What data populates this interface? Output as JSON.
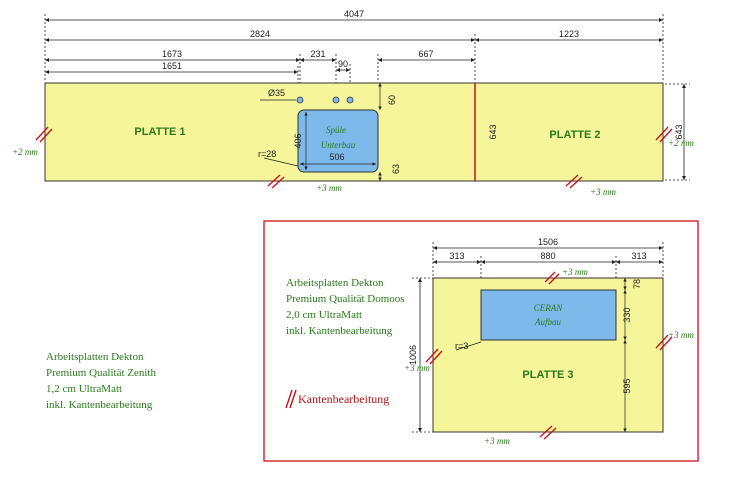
{
  "colors": {
    "slab": "#f6f59a",
    "cutout": "#7eb9ec",
    "frame": "#c8101a",
    "text_green": "#2a7a1a",
    "edge_mark": "#c8101a"
  },
  "dims": {
    "total": "4047",
    "left_run": "2824",
    "right_run": "1223",
    "d1673": "1673",
    "d1651": "1651",
    "d231": "231",
    "d90": "90",
    "d667": "667",
    "hole": "Ø35",
    "d60": "60",
    "d406": "406",
    "d506": "506",
    "radius1": "r=28",
    "d63": "63",
    "h643a": "643",
    "h643b": "643",
    "p3_width": "1506",
    "p3_313a": "313",
    "p3_880": "880",
    "p3_313b": "313",
    "p3_78": "78",
    "p3_330": "330",
    "p3_radius": "r=3",
    "p3_595": "595",
    "p3_height": "1006"
  },
  "slabs": {
    "p1": "PLATTE 1",
    "p2": "PLATTE 2",
    "p3": "PLATTE 3"
  },
  "cutouts": {
    "sink_l1": "Spüle",
    "sink_l2": "Unterbau",
    "ceran_l1": "CERAN",
    "ceran_l2": "Aufbau"
  },
  "tolerances": {
    "t_left": "+2 mm",
    "t_right": "+2 mm",
    "t_bottom1": "+3 mm",
    "t_bottom2": "+3 mm",
    "p3_top": "+3 mm",
    "p3_left": "+3 mm",
    "p3_right": "+3 mm",
    "p3_bottom": "+3 mm"
  },
  "spec_inner": [
    "Arbeitsplatten Dekton",
    "Premium Qualität Domoos",
    "2,0 cm UltraMatt",
    "inkl. Kantenbearbeitung"
  ],
  "spec_outer": [
    "Arbeitsplatten Dekton",
    "Premium Qualität Zenith",
    "1,2 cm UltraMatt",
    "inkl. Kantenbearbeitung"
  ],
  "legend": "Kantenbearbeitung"
}
